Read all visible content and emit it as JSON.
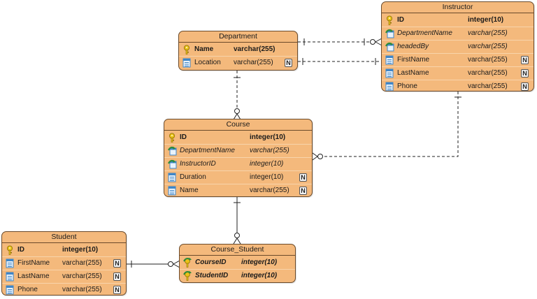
{
  "entities": {
    "department": {
      "title": "Department",
      "columns": [
        {
          "name": "Name",
          "type": "varchar(255)",
          "nullable": "",
          "kind": "pk"
        },
        {
          "name": "Location",
          "type": "varchar(255)",
          "nullable": "N",
          "kind": "col"
        }
      ]
    },
    "instructor": {
      "title": "Instructor",
      "columns": [
        {
          "name": "ID",
          "type": "integer(10)",
          "nullable": "",
          "kind": "pk"
        },
        {
          "name": "DepartmentName",
          "type": "varchar(255)",
          "nullable": "",
          "kind": "fk"
        },
        {
          "name": "headedBy",
          "type": "varchar(255)",
          "nullable": "",
          "kind": "fk"
        },
        {
          "name": "FirstName",
          "type": "varchar(255)",
          "nullable": "N",
          "kind": "col"
        },
        {
          "name": "LastName",
          "type": "varchar(255)",
          "nullable": "N",
          "kind": "col"
        },
        {
          "name": "Phone",
          "type": "varchar(255)",
          "nullable": "N",
          "kind": "col"
        }
      ]
    },
    "course": {
      "title": "Course",
      "columns": [
        {
          "name": "ID",
          "type": "integer(10)",
          "nullable": "",
          "kind": "pk"
        },
        {
          "name": "DepartmentName",
          "type": "varchar(255)",
          "nullable": "",
          "kind": "fk"
        },
        {
          "name": "InstructorID",
          "type": "integer(10)",
          "nullable": "",
          "kind": "fk"
        },
        {
          "name": "Duration",
          "type": "integer(10)",
          "nullable": "N",
          "kind": "col"
        },
        {
          "name": "Name",
          "type": "varchar(255)",
          "nullable": "N",
          "kind": "col"
        }
      ]
    },
    "course_student": {
      "title": "Course_Student",
      "columns": [
        {
          "name": "CourseID",
          "type": "integer(10)",
          "nullable": "",
          "kind": "pkfk"
        },
        {
          "name": "StudentID",
          "type": "integer(10)",
          "nullable": "",
          "kind": "pkfk"
        }
      ]
    },
    "student": {
      "title": "Student",
      "columns": [
        {
          "name": "ID",
          "type": "integer(10)",
          "nullable": "",
          "kind": "pk"
        },
        {
          "name": "FirstName",
          "type": "varchar(255)",
          "nullable": "N",
          "kind": "col"
        },
        {
          "name": "LastName",
          "type": "varchar(255)",
          "nullable": "N",
          "kind": "col"
        },
        {
          "name": "Phone",
          "type": "varchar(255)",
          "nullable": "N",
          "kind": "col"
        }
      ]
    }
  },
  "relationships": [
    {
      "from": "department",
      "to": "instructor",
      "identifying": false
    },
    {
      "from": "department",
      "to": "course",
      "identifying": false
    },
    {
      "from": "instructor",
      "to": "course",
      "identifying": false
    },
    {
      "from": "instructor",
      "to": "department",
      "identifying": false
    },
    {
      "from": "course",
      "to": "course_student",
      "identifying": true
    },
    {
      "from": "student",
      "to": "course_student",
      "identifying": true
    }
  ],
  "colors": {
    "entity_fill": "#f4b97c",
    "entity_border": "#6b4a2a",
    "key_icon": "#e9c21a",
    "column_icon": "#3f86c8"
  }
}
